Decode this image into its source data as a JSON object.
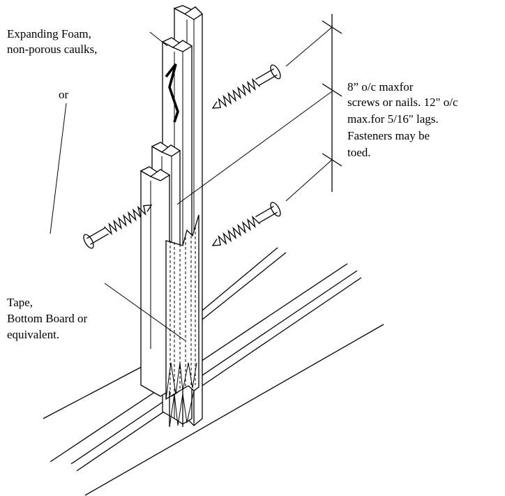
{
  "labels": {
    "foam_line1": "Expanding Foam,",
    "foam_line2": "non-porous caulks,",
    "or": "or",
    "spacing_line1": "8” o/c maxfor",
    "spacing_line2": "screws or nails. 12\" o/c",
    "spacing_line3": "max.for 5/16\" lags.",
    "spacing_line4": "Fasteners may be",
    "spacing_line5": "toed.",
    "tape_line1": "Tape,",
    "tape_line2": "Bottom Board or",
    "tape_line3": "equivalent."
  },
  "icons": [
    "screw-icon",
    "sealant-bead-icon"
  ]
}
